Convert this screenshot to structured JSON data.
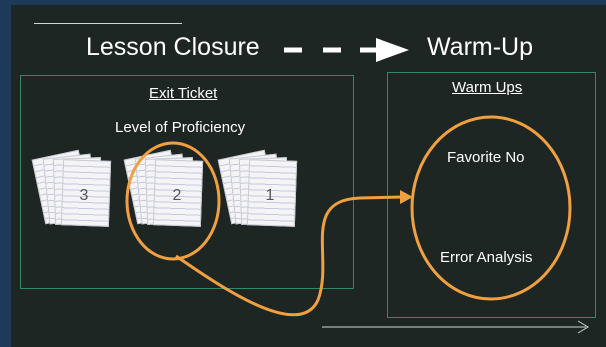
{
  "header": {
    "left_title": "Lesson Closure",
    "right_title": "Warm-Up"
  },
  "exit_ticket": {
    "title": "Exit Ticket",
    "subtitle": "Level of Proficiency",
    "stacks": [
      {
        "label": "3"
      },
      {
        "label": "2"
      },
      {
        "label": "1"
      }
    ]
  },
  "warm_ups": {
    "title": "Warm Ups",
    "items": [
      "Favorite No",
      "Error Analysis"
    ]
  },
  "colors": {
    "board": "#1d2622",
    "frame": "#1d3a5a",
    "accent": "#f0a040",
    "box_border": "#2f8a6a",
    "text": "#ffffff"
  }
}
